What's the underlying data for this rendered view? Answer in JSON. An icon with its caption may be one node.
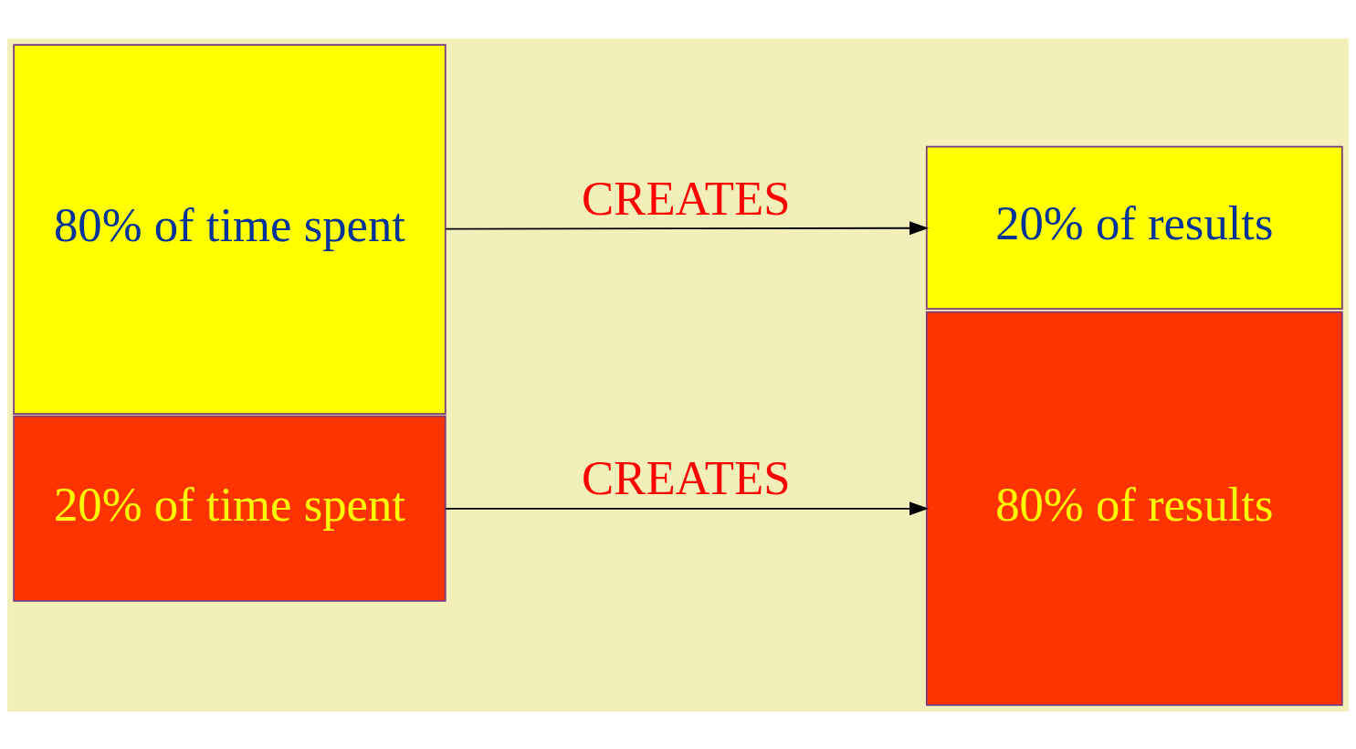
{
  "diagram": {
    "nodes": [
      {
        "text": [
          "80% of time spent"
        ]
      },
      {
        "text": [
          "20% of time spent"
        ]
      },
      {
        "text": [
          "20% of results"
        ]
      },
      {
        "text": [
          "80% of results"
        ]
      }
    ],
    "edges": [
      {
        "from": 0,
        "to": 2,
        "arrow": "to",
        "label": "CREATES"
      },
      {
        "from": 1,
        "to": 3,
        "arrow": "to",
        "label": "CREATES"
      }
    ]
  }
}
